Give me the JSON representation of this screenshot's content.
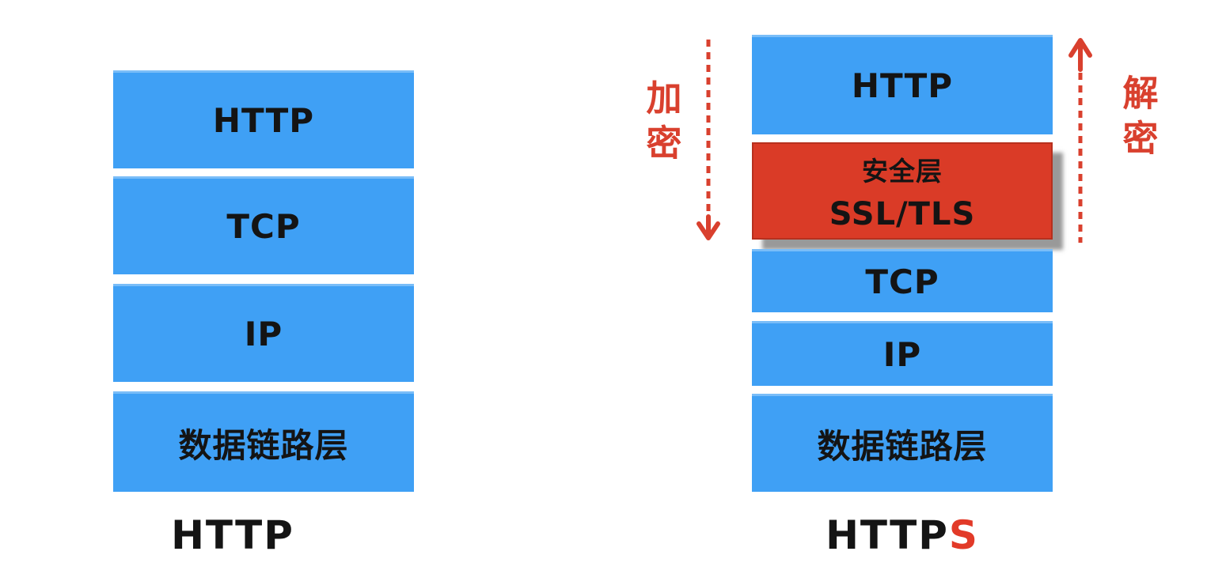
{
  "title": "HTTP vs HTTPS protocol stack diagram",
  "colors": {
    "layer-blue": "#3fa0f5",
    "layer-blue-highlight": "#79bdf8",
    "security-red": "#da3b27",
    "security-red-border": "#b7301e",
    "annotation-red": "#d9402e",
    "caption-s-red": "#e23a28",
    "text-black": "#141414"
  },
  "left_stack": {
    "layers": [
      "HTTP",
      "TCP",
      "IP",
      "数据链路层"
    ],
    "caption": "HTTP"
  },
  "right_stack": {
    "top_layer": "HTTP",
    "security_layer": {
      "name": "安全层",
      "protocol": "SSL/TLS"
    },
    "lower_layers": [
      "TCP",
      "IP",
      "数据链路层"
    ],
    "caption_main": "HTTP",
    "caption_suffix": "S"
  },
  "annotations": {
    "encrypt_label": "加密",
    "decrypt_label": "解密",
    "encrypt_arrow": "dashed-arrow-down",
    "decrypt_arrow": "dashed-arrow-up"
  }
}
